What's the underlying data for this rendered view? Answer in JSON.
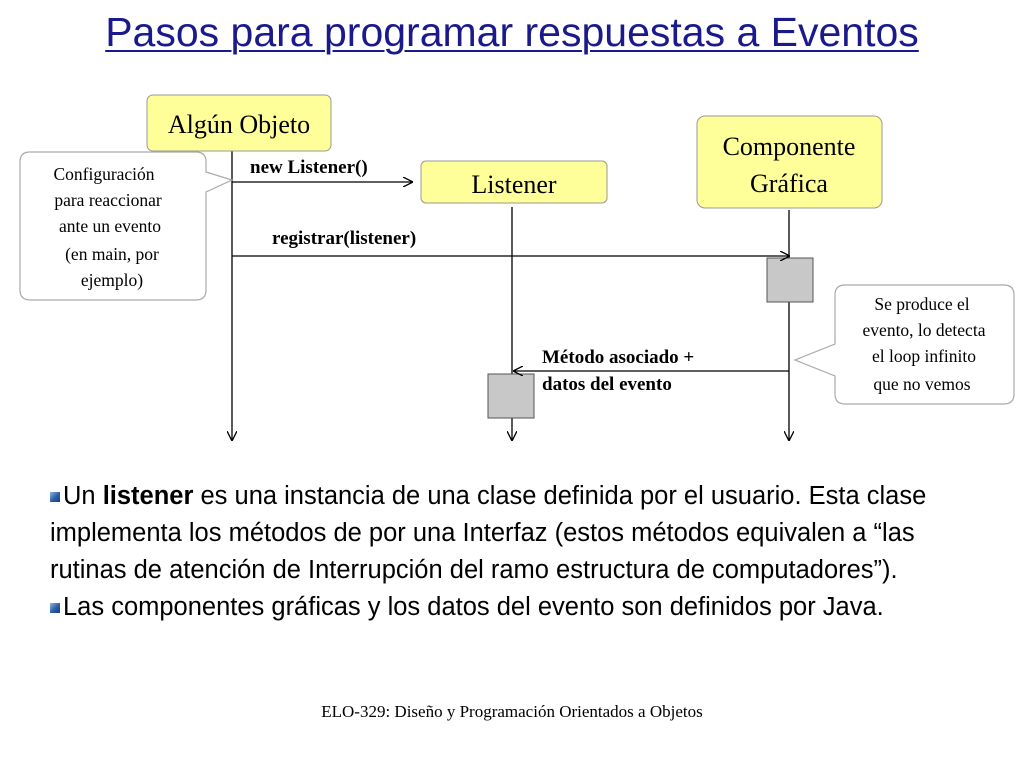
{
  "title": "Pasos para programar respuestas a Eventos",
  "diagram": {
    "objects": [
      {
        "label": "Algún Objeto"
      },
      {
        "label": "Listener"
      },
      {
        "lines": [
          "Componente",
          "Gráfica"
        ]
      }
    ],
    "messages": [
      {
        "label": "new Listener()"
      },
      {
        "label": "registrar(listener)"
      },
      {
        "lines": [
          "Método asociado +",
          "datos del evento"
        ]
      }
    ],
    "callouts": [
      {
        "lines": [
          "Configuración",
          "para reaccionar",
          "ante un evento",
          "(en main, por",
          "ejemplo)"
        ]
      },
      {
        "lines": [
          "Se produce el",
          "evento, lo detecta",
          "el loop infinito",
          "que no vemos"
        ]
      }
    ],
    "colors": {
      "object_fill": "#ffff99",
      "activation_fill": "#c8c8c8",
      "title": "#1a1a8c"
    }
  },
  "bullets": [
    {
      "pre": "Un ",
      "bold": "listener",
      "post": " es una instancia de una clase definida por el usuario. Esta clase implementa los métodos de por una Interfaz (estos métodos equivalen a “las rutinas de atención de Interrupción del ramo estructura de computadores”)."
    },
    {
      "pre": "Las componentes gráficas y los datos del evento son definidos por Java.",
      "bold": "",
      "post": ""
    }
  ],
  "footer": "ELO-329: Diseño y Programación Orientados a Objetos"
}
